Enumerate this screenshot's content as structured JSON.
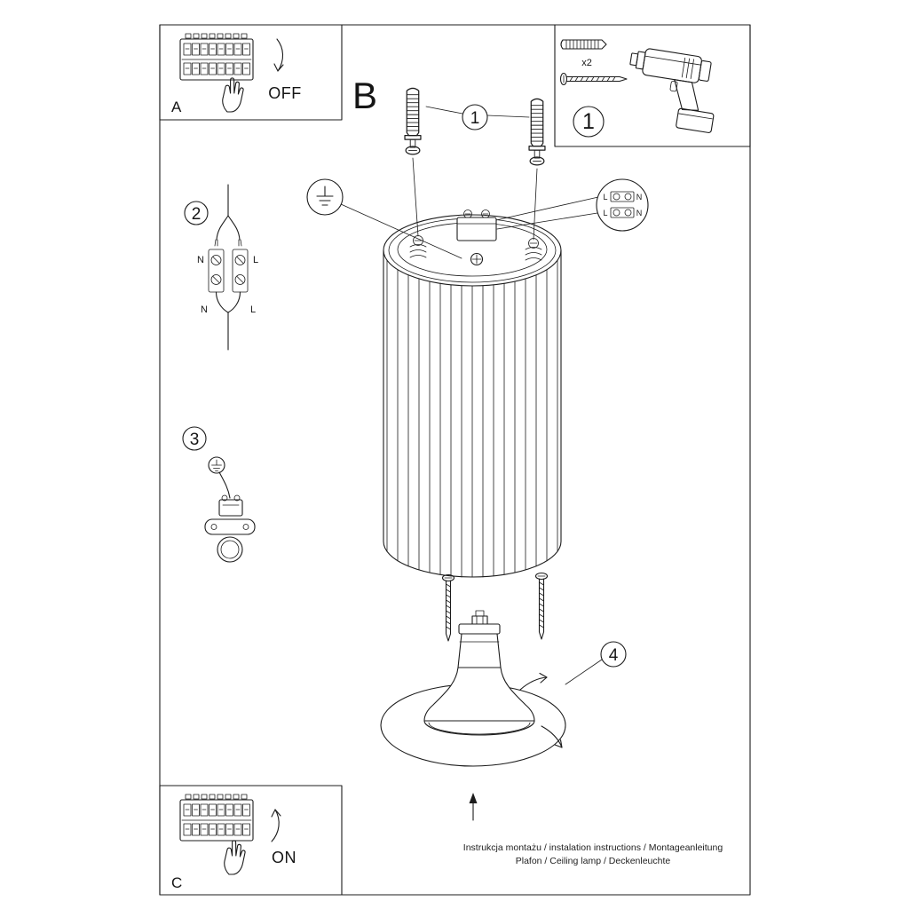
{
  "panel_a": {
    "label": "A",
    "state": "OFF"
  },
  "section_b": {
    "label": "B"
  },
  "step1": {
    "label": "1"
  },
  "toolbox": {
    "step_label": "1",
    "count": "x2"
  },
  "step2": {
    "label": "2",
    "terminal_top_left": "N",
    "terminal_top_right": "L",
    "terminal_bottom_left": "N",
    "terminal_bottom_right": "L"
  },
  "step3": {
    "label": "3"
  },
  "lamp_callout": {
    "row1_left": "L",
    "row1_right": "N",
    "row2_left": "L",
    "row2_right": "N"
  },
  "step4": {
    "label": "4"
  },
  "panel_c": {
    "label": "C",
    "state": "ON"
  },
  "footer": {
    "line1": "Instrukcja montażu / instalation instructions / Montageanleitung",
    "line2": "Plafon / Ceiling lamp / Deckenleuchte"
  },
  "colors": {
    "ink": "#1c1c1c",
    "paper": "#ffffff"
  }
}
